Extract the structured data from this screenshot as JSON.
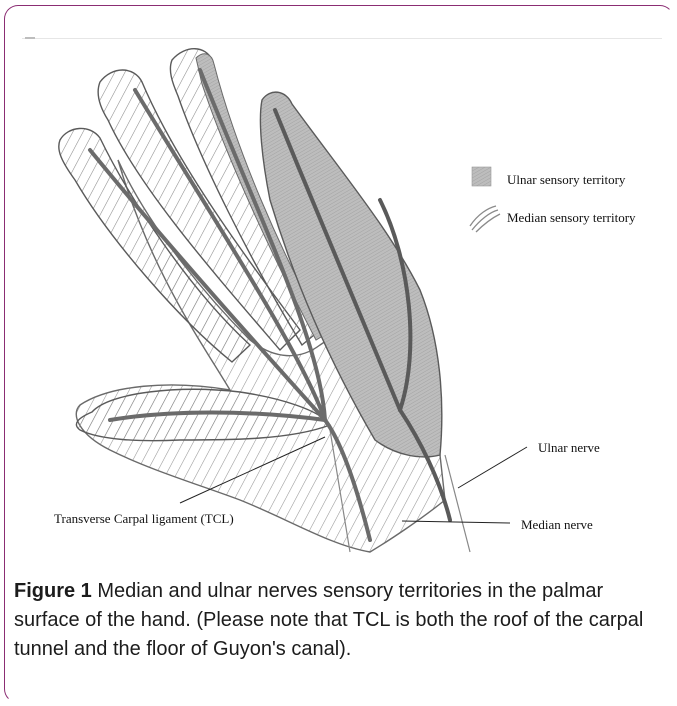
{
  "legend": {
    "ulnar_label": "Ulnar sensory territory",
    "median_label": "Median sensory territory"
  },
  "labels": {
    "ulnar_nerve": "Ulnar nerve",
    "median_nerve": "Median nerve",
    "tcl": "Transverse Carpal ligament (TCL)"
  },
  "caption": {
    "label": "Figure 1",
    "text": " Median and ulnar nerves sensory territories in the palmar surface of the hand. (Please note that TCL is both the roof of the carpal tunnel and the floor of Guyon's canal)."
  },
  "colors": {
    "frame": "#8b2d73",
    "ulnar_fill": "#b4b4b4",
    "median_hatch": "#7a7a7a",
    "nerve": "#6b6b6b"
  }
}
